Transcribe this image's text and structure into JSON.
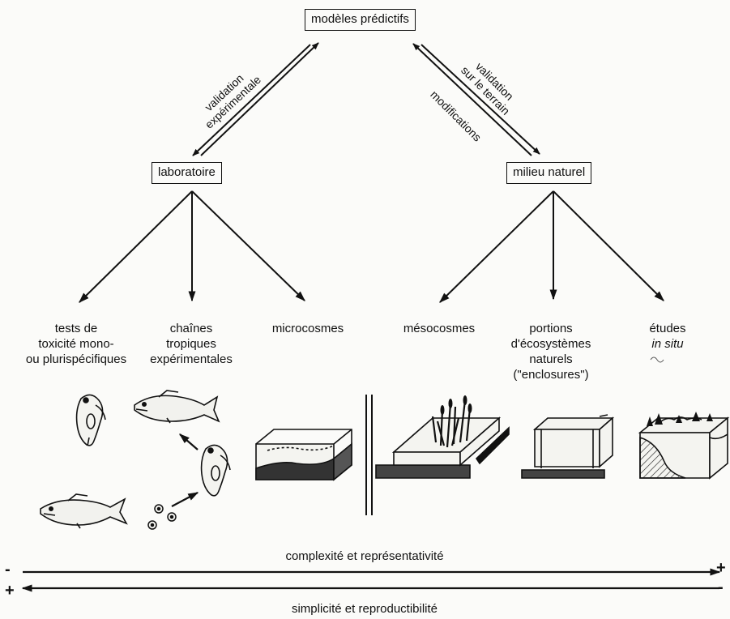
{
  "top_box": "modèles prédictifs",
  "lab_box": "laboratoire",
  "nature_box": "milieu naturel",
  "left_arrow_label": [
    "validation",
    "expérimentale"
  ],
  "right_arrow_label": [
    "validation",
    "sur le terrain"
  ],
  "modifications_label": "modifications",
  "categories": {
    "tests": [
      "tests de",
      "toxicité mono-",
      "ou plurispécifiques"
    ],
    "chaines": [
      "chaînes",
      "tropiques",
      "expérimentales"
    ],
    "microcosmes": "microcosmes",
    "mesocosmes": "mésocosmes",
    "portions": [
      "portions",
      "d'écosystèmes",
      "naturels",
      "(\"enclosures\")"
    ],
    "etudes": [
      "études",
      "in situ"
    ]
  },
  "bottom": {
    "top_axis_label": "complexité et représentativité",
    "bottom_axis_label": "simplicité et reproductibilité",
    "top_left_sign": "-",
    "top_right_sign": "+",
    "bottom_left_sign": "+",
    "bottom_right_sign": "-"
  }
}
